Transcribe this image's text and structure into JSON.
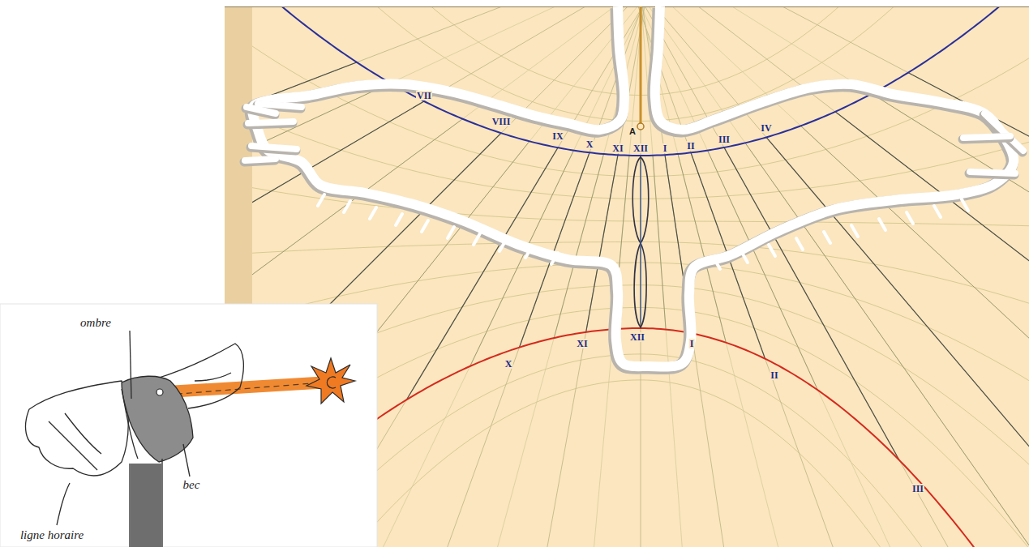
{
  "diagram": {
    "labels": [
      "VII",
      "VIII",
      "IX",
      "X",
      "XI",
      "XII",
      "I",
      "II",
      "III",
      "IV",
      "A",
      "X",
      "XI",
      "XII",
      "I",
      "II",
      "III",
      "ombre",
      "bec",
      "ligne horaire"
    ]
  }
}
